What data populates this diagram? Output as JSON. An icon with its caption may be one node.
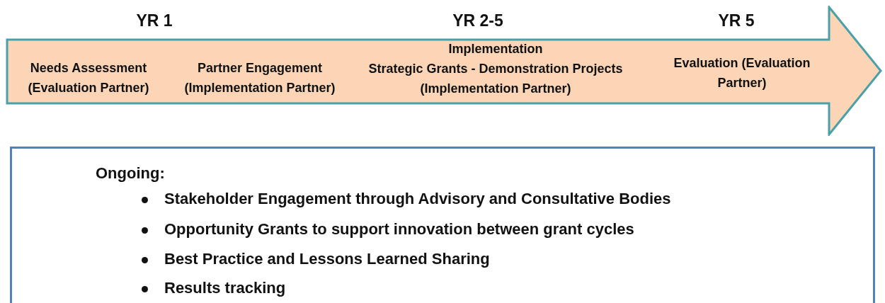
{
  "diagram": {
    "nodes": [
      {
        "text": [
          "Needs Assessment (Evaluation Partner)",
          "Partner Engagement (Implementation Partner)",
          "Implementation",
          "Strategic Grants - Demonstration Projects (Implementation Partner)",
          "Evaluation (Evaluation Partner)"
        ]
      },
      {
        "text": [
          "Ongoing:",
          "Stakeholder Engagement through Advisory and Consultative Bodies",
          "Opportunity Grants to support innovation between grant cycles",
          "Best Practice and Lessons Learned Sharing",
          "Results tracking"
        ]
      }
    ],
    "edges": [],
    "labels": [
      "YR 1",
      "YR 2-5",
      "YR 5"
    ]
  }
}
